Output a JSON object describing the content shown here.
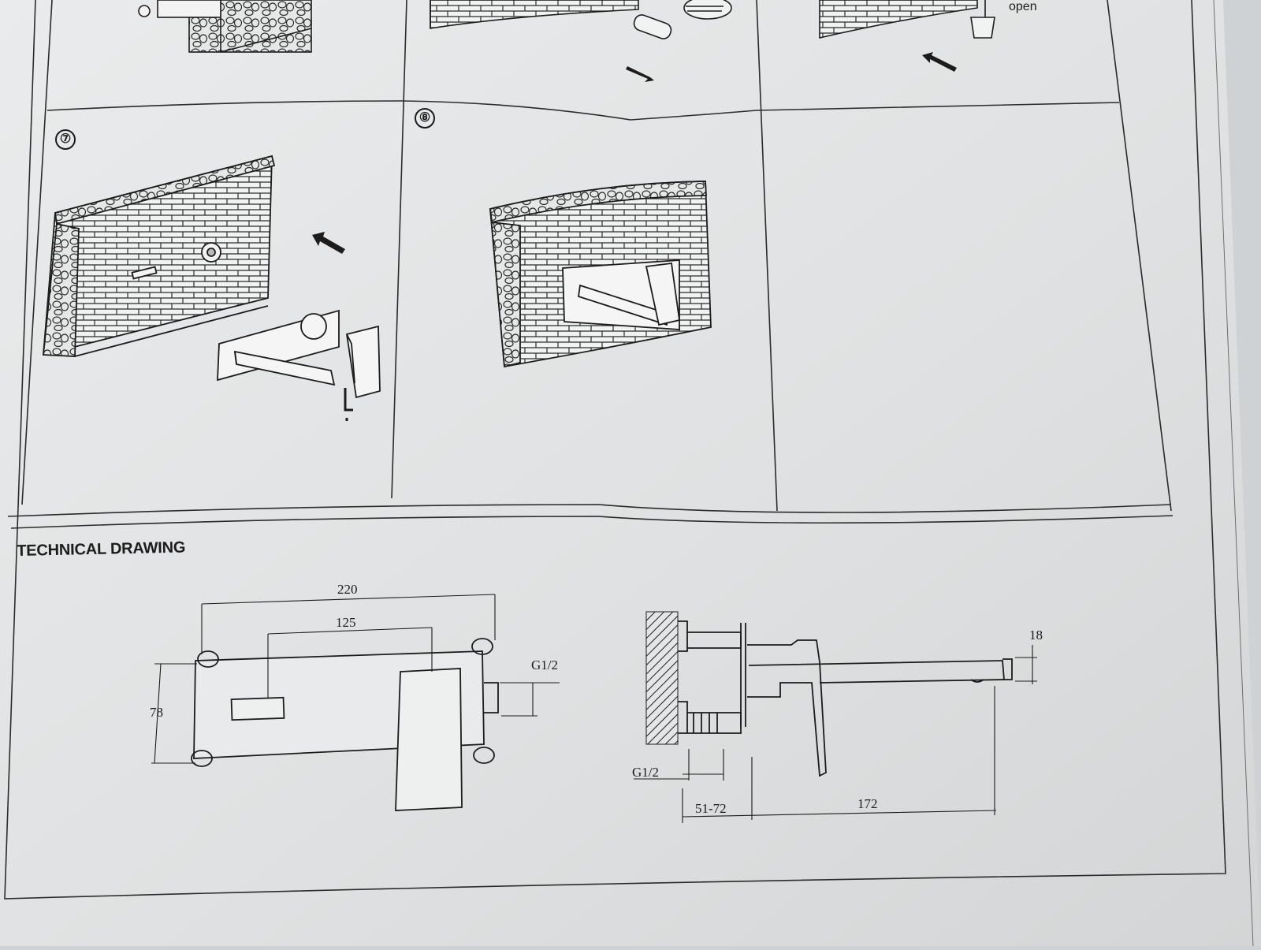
{
  "steps": [
    {
      "number": "⑦"
    },
    {
      "number": "⑧"
    }
  ],
  "top_panel_labels": {
    "open_label": "open"
  },
  "technical_drawing": {
    "heading": "TECHNICAL DRAWING",
    "front_view": {
      "width_overall": "220",
      "width_inner": "125",
      "height": "78",
      "thread_size": "G1/2"
    },
    "side_view": {
      "spout_height": "18",
      "thread_size": "G1/2",
      "wall_depth_range": "51-72",
      "spout_projection": "172"
    }
  }
}
